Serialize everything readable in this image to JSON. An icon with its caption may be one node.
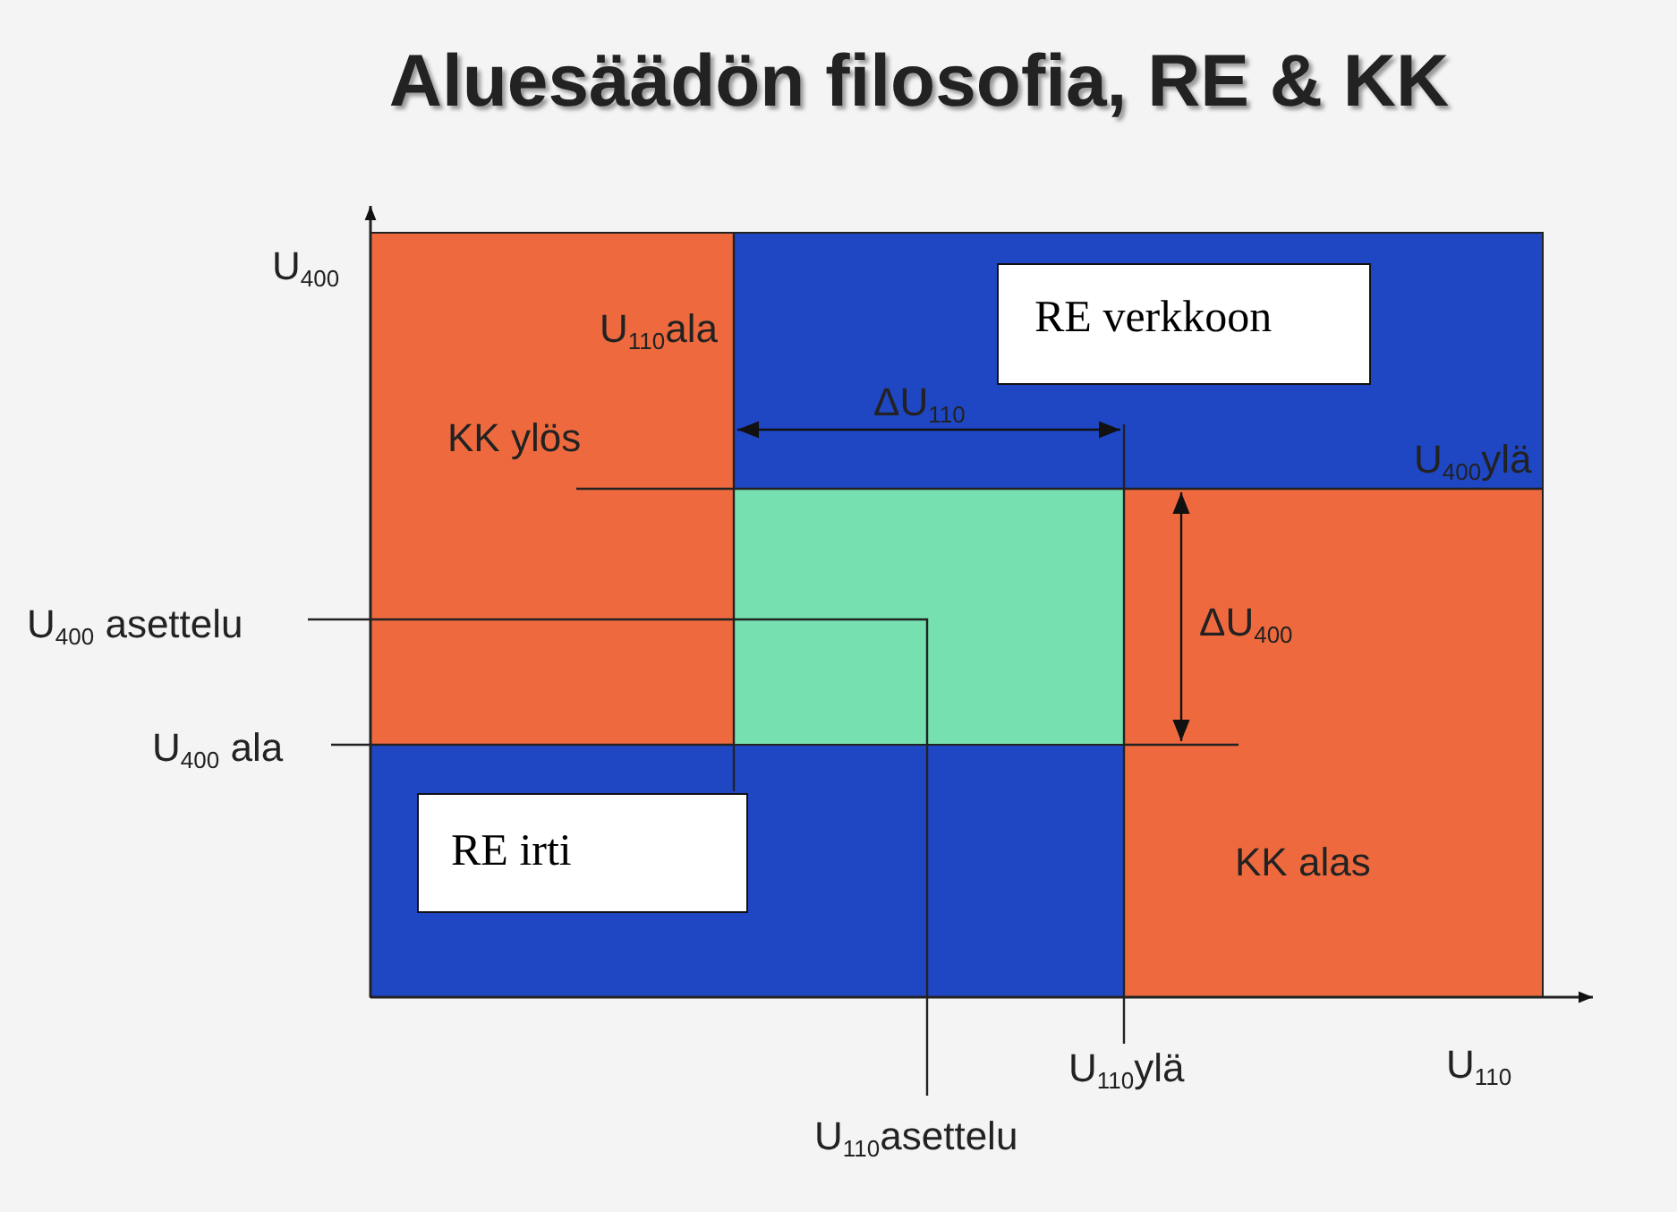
{
  "diagram": {
    "title": "Aluesäädön filosofia, RE & KK",
    "nodes": [
      {
        "text": [
          "RE verkkoon"
        ]
      },
      {
        "text": [
          "RE irti"
        ]
      }
    ],
    "labels": [
      "U$_{400}$",
      "U$_{110}$ala",
      "KK ylös",
      "ΔU$_{110}$",
      "U$_{400}$ylä",
      "U$_{400}$ asettelu",
      "ΔU$_{400}$",
      "U$_{400}$ ala",
      "KK alas",
      "U$_{110}$ylä",
      "U$_{110}$",
      "U$_{110}$asettelu"
    ]
  }
}
